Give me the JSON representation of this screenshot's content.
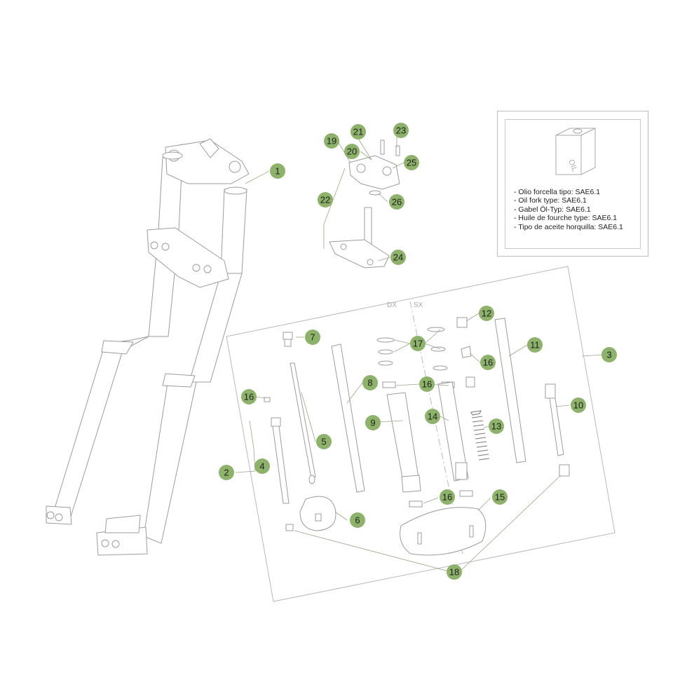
{
  "oil_note": {
    "can_label": "OIL",
    "lines": [
      "- Olio forcella tipo: SAE6.1",
      "- Oil fork type: SAE6.1",
      "- Gabel Öl-Typ: SAE6.1",
      "- Huile de fourche type: SAE6.1",
      "- Tipo de aceite horquilla: SAE6.1"
    ]
  },
  "side_labels": {
    "right": "DX",
    "left": "SX"
  },
  "callouts": {
    "c1": "1",
    "c2": "2",
    "c3": "3",
    "c4": "4",
    "c5": "5",
    "c6": "6",
    "c7": "7",
    "c8": "8",
    "c9": "9",
    "c10": "10",
    "c11": "11",
    "c12": "12",
    "c13": "13",
    "c14": "14",
    "c15": "15",
    "c16a": "16",
    "c16b": "16",
    "c16c": "16",
    "c16d": "16",
    "c17": "17",
    "c18": "18",
    "c19": "19",
    "c20": "20",
    "c21": "21",
    "c22": "22",
    "c23": "23",
    "c24": "24",
    "c25": "25",
    "c26": "26"
  }
}
